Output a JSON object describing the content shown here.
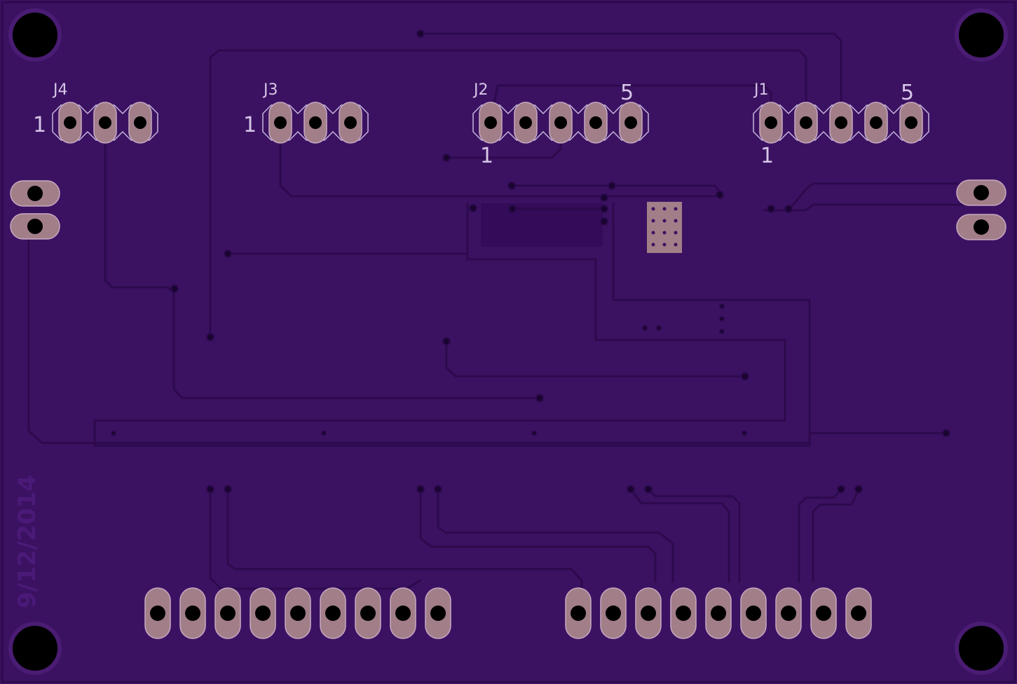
{
  "board": {
    "date_text": "9/12/2014",
    "colors": {
      "board": "#3b1262",
      "trace": "#2c0a4d",
      "pad": "#a27e88",
      "silk": "#d6c6e6",
      "drill": "#000000"
    }
  },
  "headers": [
    {
      "ref": "J4",
      "pin1_label": "1",
      "pin_last_label": ""
    },
    {
      "ref": "J3",
      "pin1_label": "1",
      "pin_last_label": ""
    },
    {
      "ref": "J2",
      "pin1_label": "1",
      "pin_last_label": "5"
    },
    {
      "ref": "J1",
      "pin1_label": "1",
      "pin_last_label": "5"
    }
  ]
}
